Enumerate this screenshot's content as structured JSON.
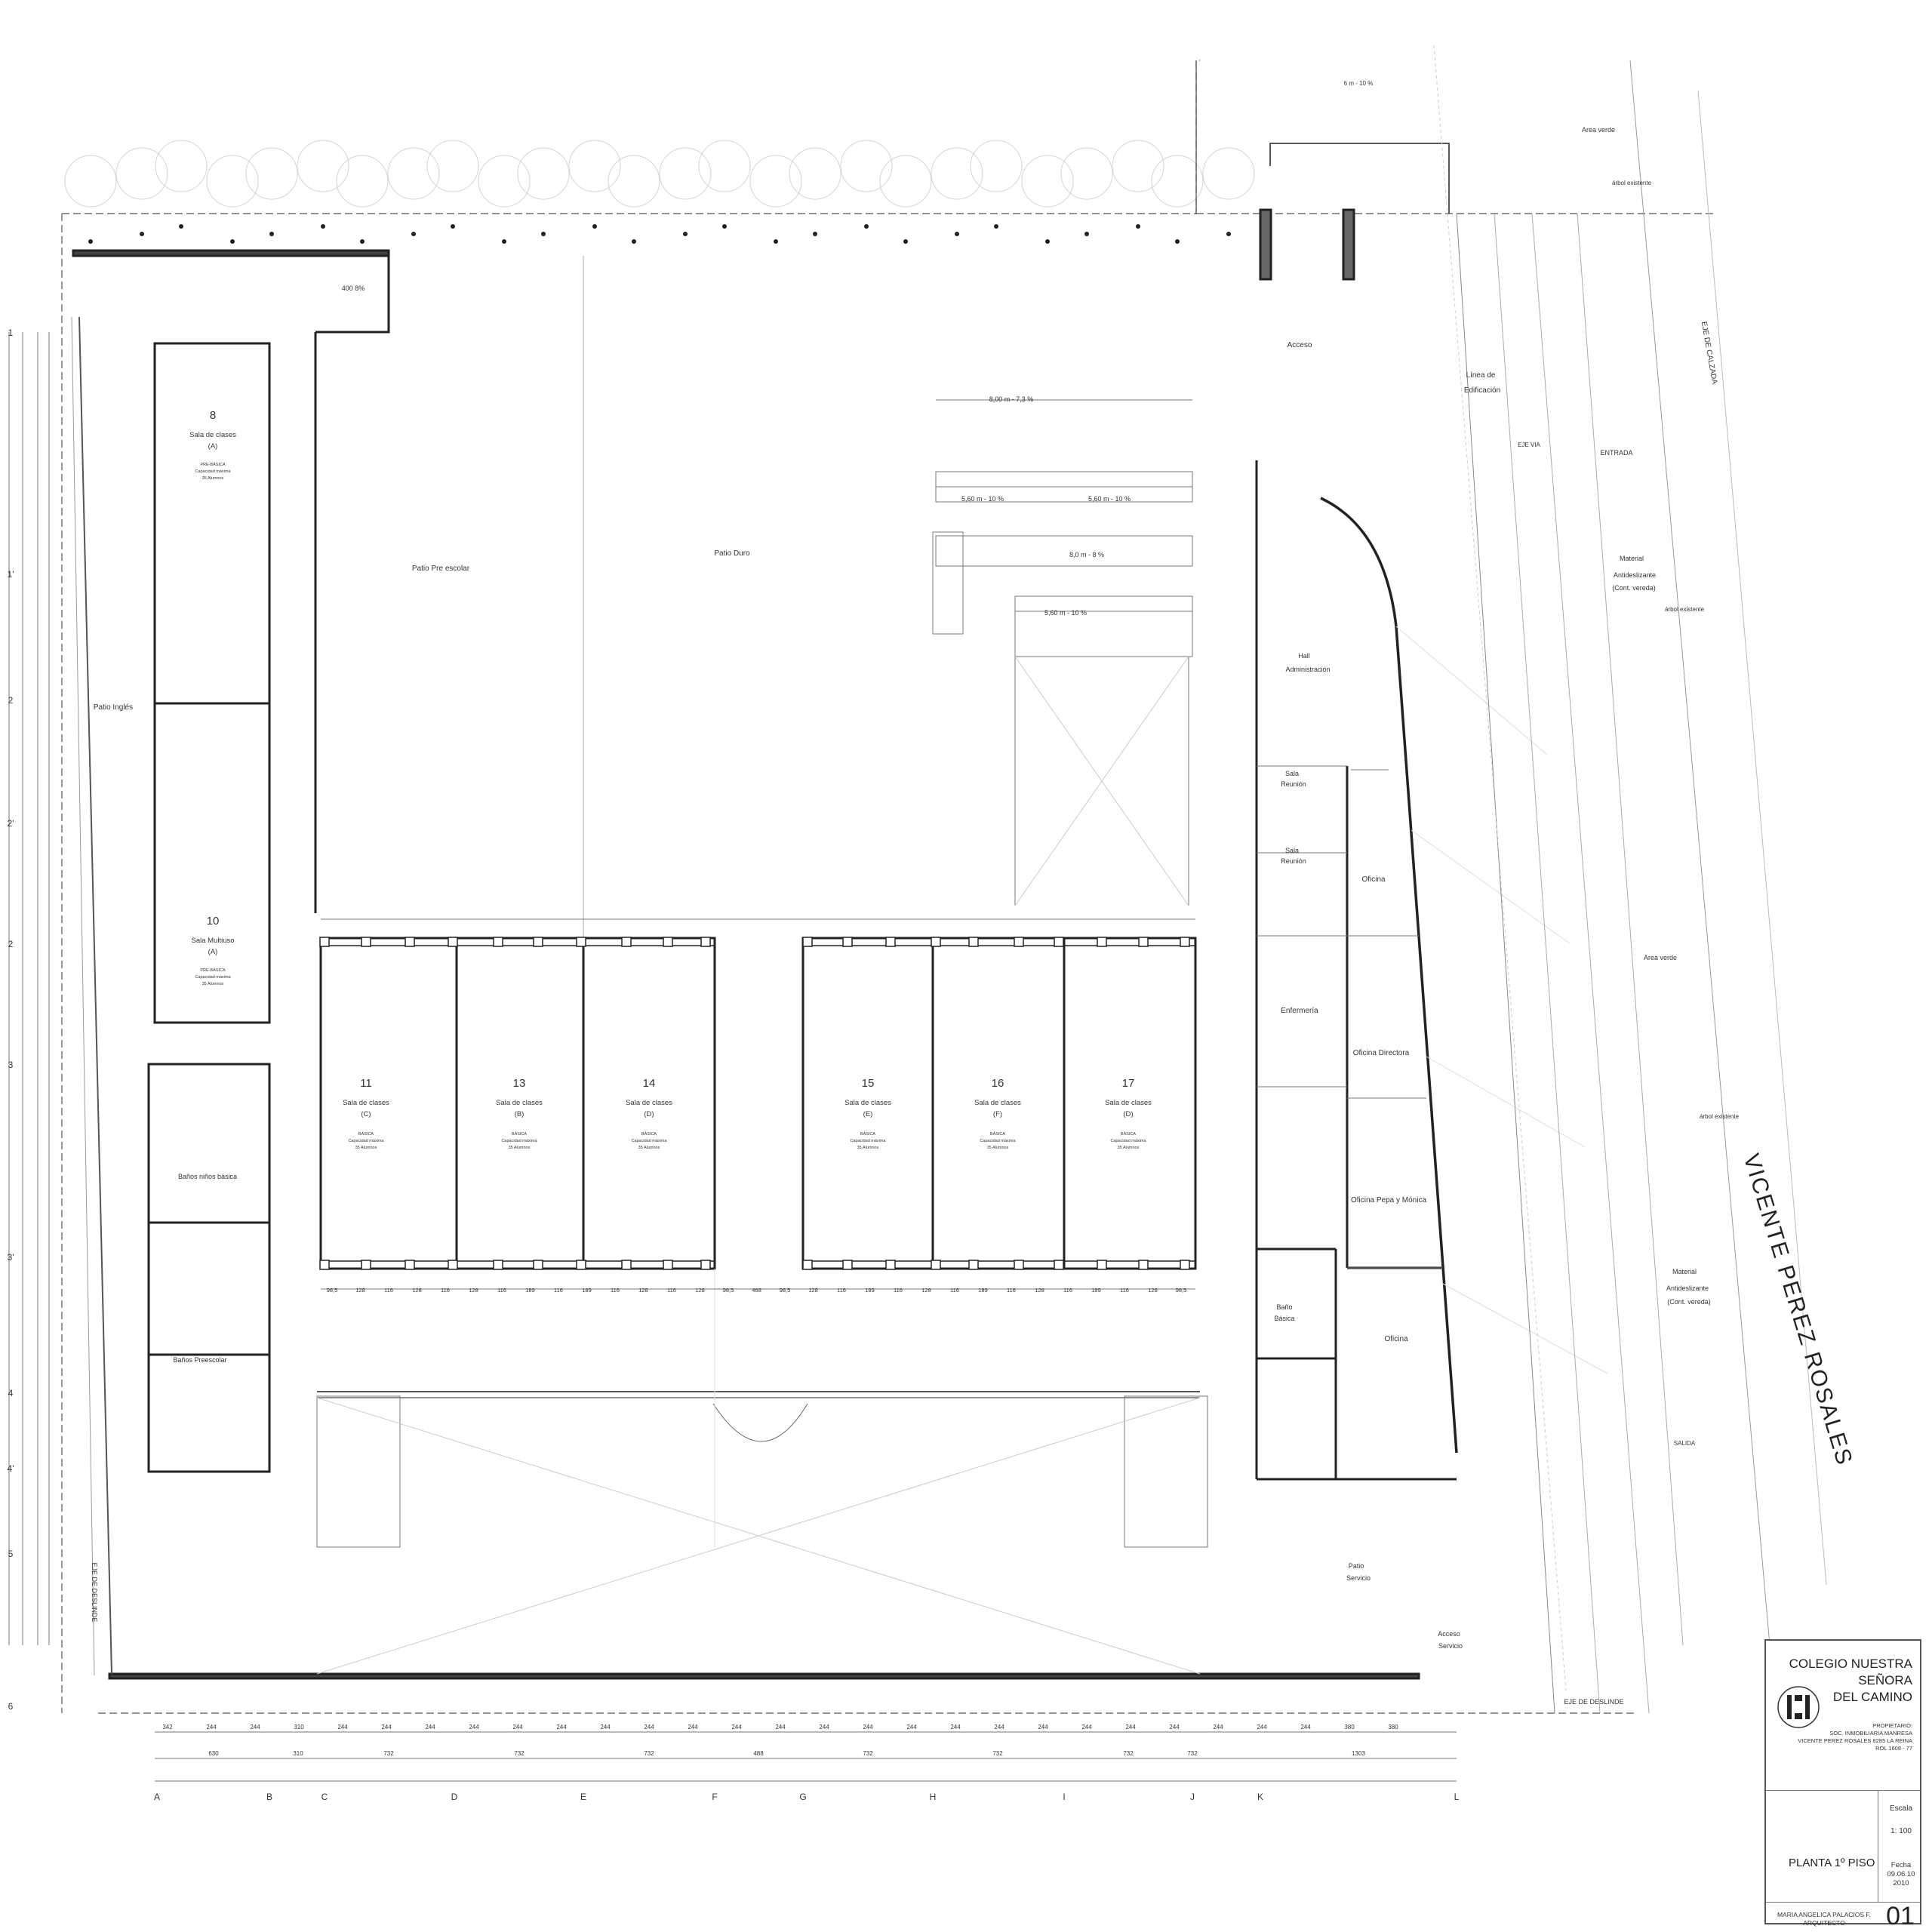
{
  "title_block": {
    "school_line1": "COLEGIO NUESTRA SEÑORA",
    "school_line2": "DEL CAMINO",
    "owner_label": "PROPIETARIO:",
    "owner_line1": "SOC. INMOBILIARIA MANRESA",
    "owner_line2": "VICENTE PEREZ ROSALES 8285 LA REINA",
    "owner_line3": "ROL 1608 - 77",
    "scale_label": "Escala",
    "scale_value": "1: 100",
    "plan_name": "PLANTA 1º PISO",
    "date_label": "Fecha",
    "date_value1": "09.06.10",
    "date_value2": "2010",
    "architect_line1": "MARIA ANGELICA PALACIOS F.",
    "architect_line2": "ARQUITECTO",
    "sheet_number": "01"
  },
  "street": "VICENTE PEREZ ROSALES",
  "colors": {
    "line": "#333333",
    "faint": "#bbbbbb",
    "tree": "#cccccc",
    "red": "#cc2222"
  },
  "rooms_left": [
    {
      "num": "8",
      "name": "Sala de clases",
      "sub": "(A)",
      "note1": "PRE-BÁSICA",
      "note2": "Capacidad máxima",
      "note3": "35 Alumnos"
    },
    {
      "num": "10",
      "name": "Sala Multiuso",
      "sub": "(A)",
      "note1": "PRE-BÁSICA",
      "note2": "Capacidad máxima",
      "note3": "35 Alumnos"
    }
  ],
  "rooms_center": [
    {
      "num": "11",
      "name": "Sala de clases",
      "sub": "(C)",
      "note1": "BÁSICA",
      "note2": "Capacidad máxima",
      "note3": "35 Alumnos"
    },
    {
      "num": "13",
      "name": "Sala de clases",
      "sub": "(B)",
      "note1": "BÁSICA",
      "note2": "Capacidad máxima",
      "note3": "35 Alumnos"
    },
    {
      "num": "14",
      "name": "Sala de clases",
      "sub": "(D)",
      "note1": "BÁSICA",
      "note2": "Capacidad máxima",
      "note3": "35 Alumnos"
    },
    {
      "num": "15",
      "name": "Sala de clases",
      "sub": "(E)",
      "note1": "BÁSICA",
      "note2": "Capacidad máxima",
      "note3": "35 Alumnos"
    },
    {
      "num": "16",
      "name": "Sala de clases",
      "sub": "(F)",
      "note1": "BÁSICA",
      "note2": "Capacidad máxima",
      "note3": "35 Alumnos"
    },
    {
      "num": "17",
      "name": "Sala de clases",
      "sub": "(D)",
      "note1": "BÁSICA",
      "note2": "Capacidad máxima",
      "note3": "35 Alumnos"
    }
  ],
  "labels": {
    "patio_pre": "Patio Pre escolar",
    "patio_duro": "Patio Duro",
    "patio_ingles": "Patio Inglés",
    "banos_basica": "Baños niños básica",
    "banos_pre": "Baños Preescolar",
    "acceso": "Acceso",
    "hall1": "Hall",
    "hall2": "Administración",
    "sala_reunion1": "Sala",
    "sala_reunion2": "Reunión",
    "enfermeria": "Enfermería",
    "oficina": "Oficina",
    "oficina_directora": "Oficina Directora",
    "oficina_pepa": "Oficina  Pepa y Mónica",
    "bano_basica1": "Baño",
    "bano_basica2": "Básica",
    "patio_servicio1": "Patio",
    "patio_servicio2": "Servicio",
    "acceso_servicio1": "Acceso",
    "acceso_servicio2": "Servicio",
    "linea_edif1": "Línea de",
    "linea_edif2": "Edificación",
    "eje_via": "EJE VIA",
    "area_verde": "Area verde",
    "arbol": "árbol existente",
    "entrada": "ENTRADA",
    "salida": "SALIDA",
    "material1": "Material",
    "material2": "Antideslizante",
    "material3": "(Cont. vereda)",
    "eje_calzada": "EJE DE CALZADA",
    "eje_deslinde": "EJE DE DESLINDE",
    "rampa1": "6 m - 10 %",
    "rampa2": "8,00 m - 7,3 %",
    "rampa3": "5,60 m - 10 %",
    "rampa4": "5,60 m - 10 %",
    "rampa5": "8,0 m - 8 %",
    "rampa6": "5,60 m - 10 %",
    "rampa7": "400  8%"
  },
  "axis_letters": [
    "A",
    "B",
    "C",
    "D",
    "E",
    "F",
    "G",
    "H",
    "I",
    "J",
    "K",
    "L"
  ],
  "axis_numbers": [
    "1",
    "1'",
    "2",
    "2'",
    "2",
    "3",
    "3'",
    "4",
    "4'",
    "5",
    "6"
  ],
  "bottom_dims_1": [
    "342",
    "244",
    "244",
    "310",
    "244",
    "244",
    "244",
    "244",
    "244",
    "244",
    "244",
    "244",
    "244",
    "244",
    "244",
    "244",
    "244",
    "244",
    "244",
    "244",
    "244",
    "244",
    "244",
    "244",
    "244",
    "244",
    "244",
    "380",
    "380"
  ],
  "bottom_dims_2": [
    "630",
    "310",
    "732",
    "732",
    "732",
    "488",
    "732",
    "732",
    "732",
    "732",
    "1303"
  ],
  "row_dims_center": [
    "98,5",
    "128",
    "116",
    "128",
    "116",
    "128",
    "116",
    "189",
    "116",
    "189",
    "116",
    "128",
    "116",
    "128",
    "98,5",
    "468",
    "98,5",
    "128",
    "116",
    "189",
    "116",
    "128",
    "116",
    "189",
    "116",
    "128",
    "116",
    "189",
    "116",
    "128",
    "98,5"
  ]
}
